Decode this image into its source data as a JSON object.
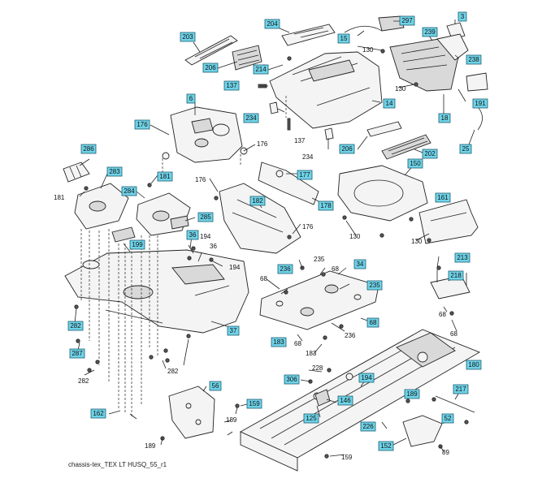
{
  "caption": "chassis-tex_TEX LT HUSQ_55_r1",
  "colors": {
    "box_fill": "#6fd3e8",
    "box_stroke": "#1c5f70",
    "ink": "#222222"
  },
  "boxed": {
    "b203": "203",
    "b204": "204",
    "b297": "297",
    "b3": "3",
    "b15": "15",
    "b239": "239",
    "b238": "238",
    "b206a": "206",
    "b214": "214",
    "b137": "137",
    "b14": "14",
    "b191": "191",
    "b6": "6",
    "b176": "176",
    "b234": "234",
    "b18": "18",
    "b206b": "206",
    "b202": "202",
    "b25": "25",
    "b286": "286",
    "b283": "283",
    "b181": "181",
    "b284": "284",
    "b177": "177",
    "b150": "150",
    "b182": "182",
    "b178": "178",
    "b285": "285",
    "b161": "161",
    "b199": "199",
    "b36": "36",
    "b213": "213",
    "b236": "236",
    "b34": "34",
    "b235": "235",
    "b218": "218",
    "b37": "37",
    "b282": "282",
    "b287": "287",
    "b68": "68",
    "b183": "183",
    "b180": "180",
    "b306": "306",
    "b194": "194",
    "b56": "56",
    "b159": "159",
    "b146": "146",
    "b189": "189",
    "b217": "217",
    "b162": "162",
    "b125": "125",
    "b226": "226",
    "b52": "52",
    "b152": "152"
  },
  "plain": {
    "p130a": "130",
    "p130b": "130",
    "p137": "137",
    "p234": "234",
    "p176a": "176",
    "p181": "181",
    "p176b": "176",
    "p176c": "176",
    "p130c": "130",
    "p130d": "130",
    "p194a": "194",
    "p36": "36",
    "p194b": "194",
    "p235": "235",
    "p68a": "68",
    "p68b": "68",
    "p68c": "68",
    "p68d": "68",
    "p183": "183",
    "p236": "236",
    "p68e": "68",
    "p282a": "282",
    "p282b": "282",
    "p228": "228",
    "p189a": "189",
    "p189b": "189",
    "p159": "159",
    "p89": "89"
  }
}
